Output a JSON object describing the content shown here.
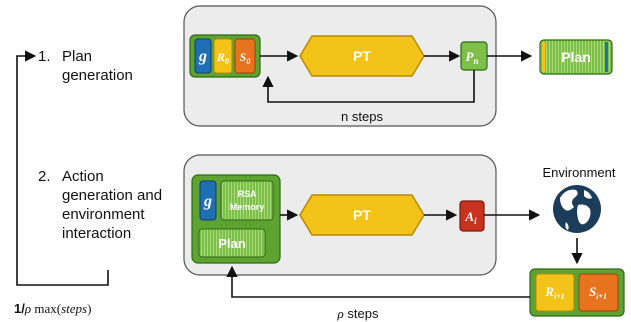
{
  "steps": {
    "step1": {
      "number": "1.",
      "line1": "Plan",
      "line2": "generation"
    },
    "step2": {
      "number": "2.",
      "line1": "Action",
      "line2": "generation and",
      "line3": "environment",
      "line4": "interaction"
    }
  },
  "loop_label": {
    "prefix": "1/",
    "rho": "ρ",
    "text": " max(",
    "var": "steps",
    "close": ")"
  },
  "top_panel": {
    "inputs": [
      "g",
      "R",
      "S"
    ],
    "input_subscripts": [
      "",
      "0",
      "0"
    ],
    "pt_label": "PT",
    "p_label": "P",
    "p_subscript": "n",
    "steps_label": "n steps",
    "plan_label": "Plan"
  },
  "bottom_panel": {
    "g_label": "g",
    "memory_line1": "RSA",
    "memory_line2": "Memory",
    "plan_label": "Plan",
    "pt_label": "PT",
    "a_label": "A",
    "a_subscript": "i",
    "steps_rho": "ρ",
    "steps_text": " steps"
  },
  "environment": {
    "label": "Environment",
    "r_label": "R",
    "r_subscript": "i+1",
    "s_label": "S",
    "s_subscript": "i+1"
  },
  "colors": {
    "green_dark": "#3f8a1e",
    "green": "#6db33f",
    "green_light": "#9ccf5a",
    "blue": "#1f6fb5",
    "yellow": "#f3c31a",
    "yellow_border": "#b88a00",
    "orange": "#e8731e",
    "red": "#c8321e",
    "panel_fill": "#ececec",
    "globe": "#1b3d5a"
  }
}
